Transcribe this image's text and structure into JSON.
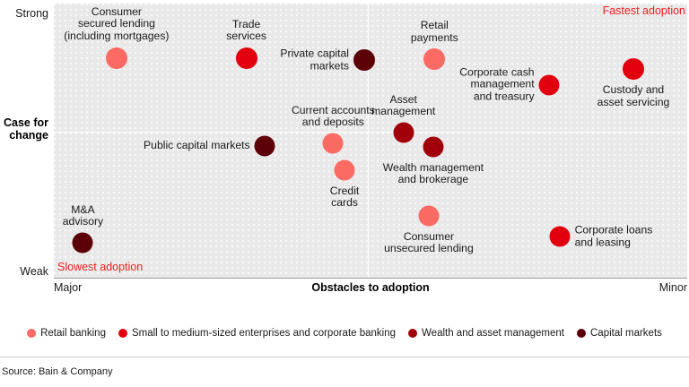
{
  "chart_data": {
    "type": "scatter",
    "title": "",
    "xlabel": "Obstacles to adoption",
    "ylabel": "Case for change",
    "x_axis": {
      "left_tick": "Major",
      "right_tick": "Minor",
      "range_note": "Major (left) to Minor (right)"
    },
    "y_axis": {
      "top_tick": "Strong",
      "bottom_tick": "Weak",
      "range_note": "Weak (bottom) to Strong (top)"
    },
    "grid": false,
    "quadrant_dividers": {
      "vertical_at_pct": 49.6,
      "horizontal_at_pct": 46.7
    },
    "annotations": [
      {
        "name": "fastest-adoption",
        "text": "Fastest adoption",
        "corner": "top-right",
        "color": "#ee2222"
      },
      {
        "name": "slowest-adoption",
        "text": "Slowest adoption",
        "corner": "bottom-left",
        "color": "#ee2222"
      }
    ],
    "legend": {
      "position": "bottom-center",
      "entries": [
        {
          "label": "Retail banking",
          "color": "#fb6a63"
        },
        {
          "label": "Small to medium-sized enterprises and corporate banking",
          "color": "#e2000f"
        },
        {
          "label": "Wealth and asset management",
          "color": "#a1000b"
        },
        {
          "label": "Capital markets",
          "color": "#5c0108"
        }
      ]
    },
    "points": [
      {
        "label": "Consumer\nsecured lending\n(including mortgages)",
        "series": "Retail banking",
        "color": "#fb6a63",
        "x_pct": 9.9,
        "y_pct": 19.9,
        "r": 12,
        "label_pos": "above"
      },
      {
        "label": "Trade\nservices",
        "series": "Small to medium-sized enterprises and corporate banking",
        "color": "#e2000f",
        "x_pct": 30.4,
        "y_pct": 19.9,
        "r": 12,
        "label_pos": "above"
      },
      {
        "label": "Private capital\nmarkets",
        "series": "Capital markets",
        "color": "#5c0108",
        "x_pct": 49.0,
        "y_pct": 20.6,
        "r": 12,
        "label_pos": "left"
      },
      {
        "label": "Retail\npayments",
        "series": "Retail banking",
        "color": "#fb6a63",
        "x_pct": 60.1,
        "y_pct": 20.3,
        "r": 12,
        "label_pos": "above"
      },
      {
        "label": "Corporate cash\nmanagement\nand treasury",
        "series": "Small to medium-sized enterprises and corporate banking",
        "color": "#e2000f",
        "x_pct": 78.2,
        "y_pct": 29.7,
        "r": 11.5,
        "label_pos": "left"
      },
      {
        "label": "Custody and\nasset servicing",
        "series": "Small to medium-sized enterprises and corporate banking",
        "color": "#e2000f",
        "x_pct": 91.5,
        "y_pct": 23.9,
        "r": 12,
        "label_pos": "below"
      },
      {
        "label": "Current accounts\nand deposits",
        "series": "Retail banking",
        "color": "#fb6a63",
        "x_pct": 44.1,
        "y_pct": 51.0,
        "r": 11.5,
        "label_pos": "above"
      },
      {
        "label": "Asset\nmanagement",
        "series": "Wealth and asset management",
        "color": "#a1000b",
        "x_pct": 55.2,
        "y_pct": 47.1,
        "r": 11.5,
        "label_pos": "above"
      },
      {
        "label": "Public capital markets",
        "series": "Capital markets",
        "color": "#5c0108",
        "x_pct": 33.3,
        "y_pct": 52.0,
        "r": 11.5,
        "label_pos": "left"
      },
      {
        "label": "Wealth management\nand brokerage",
        "series": "Wealth and asset management",
        "color": "#a1000b",
        "x_pct": 59.9,
        "y_pct": 52.3,
        "r": 11.5,
        "label_pos": "below"
      },
      {
        "label": "Credit\ncards",
        "series": "Retail banking",
        "color": "#fb6a63",
        "x_pct": 45.9,
        "y_pct": 60.8,
        "r": 11.5,
        "label_pos": "below"
      },
      {
        "label": "Consumer\nunsecured lending",
        "series": "Retail banking",
        "color": "#fb6a63",
        "x_pct": 59.2,
        "y_pct": 77.5,
        "r": 11.5,
        "label_pos": "below"
      },
      {
        "label": "Corporate loans\nand leasing",
        "series": "Small to medium-sized enterprises and corporate banking",
        "color": "#e2000f",
        "x_pct": 79.9,
        "y_pct": 85.0,
        "r": 11.5,
        "label_pos": "right"
      },
      {
        "label": "M&A\nadvisory",
        "series": "Capital markets",
        "color": "#5c0108",
        "x_pct": 4.6,
        "y_pct": 87.3,
        "r": 11.5,
        "label_pos": "above"
      }
    ]
  },
  "axis": {
    "y_top": "Strong",
    "y_bottom": "Weak",
    "y_title_line1": "Case for",
    "y_title_line2": "change",
    "x_left": "Major",
    "x_right": "Minor",
    "x_title": "Obstacles to adoption"
  },
  "source": {
    "text": "Source: Bain & Company"
  }
}
